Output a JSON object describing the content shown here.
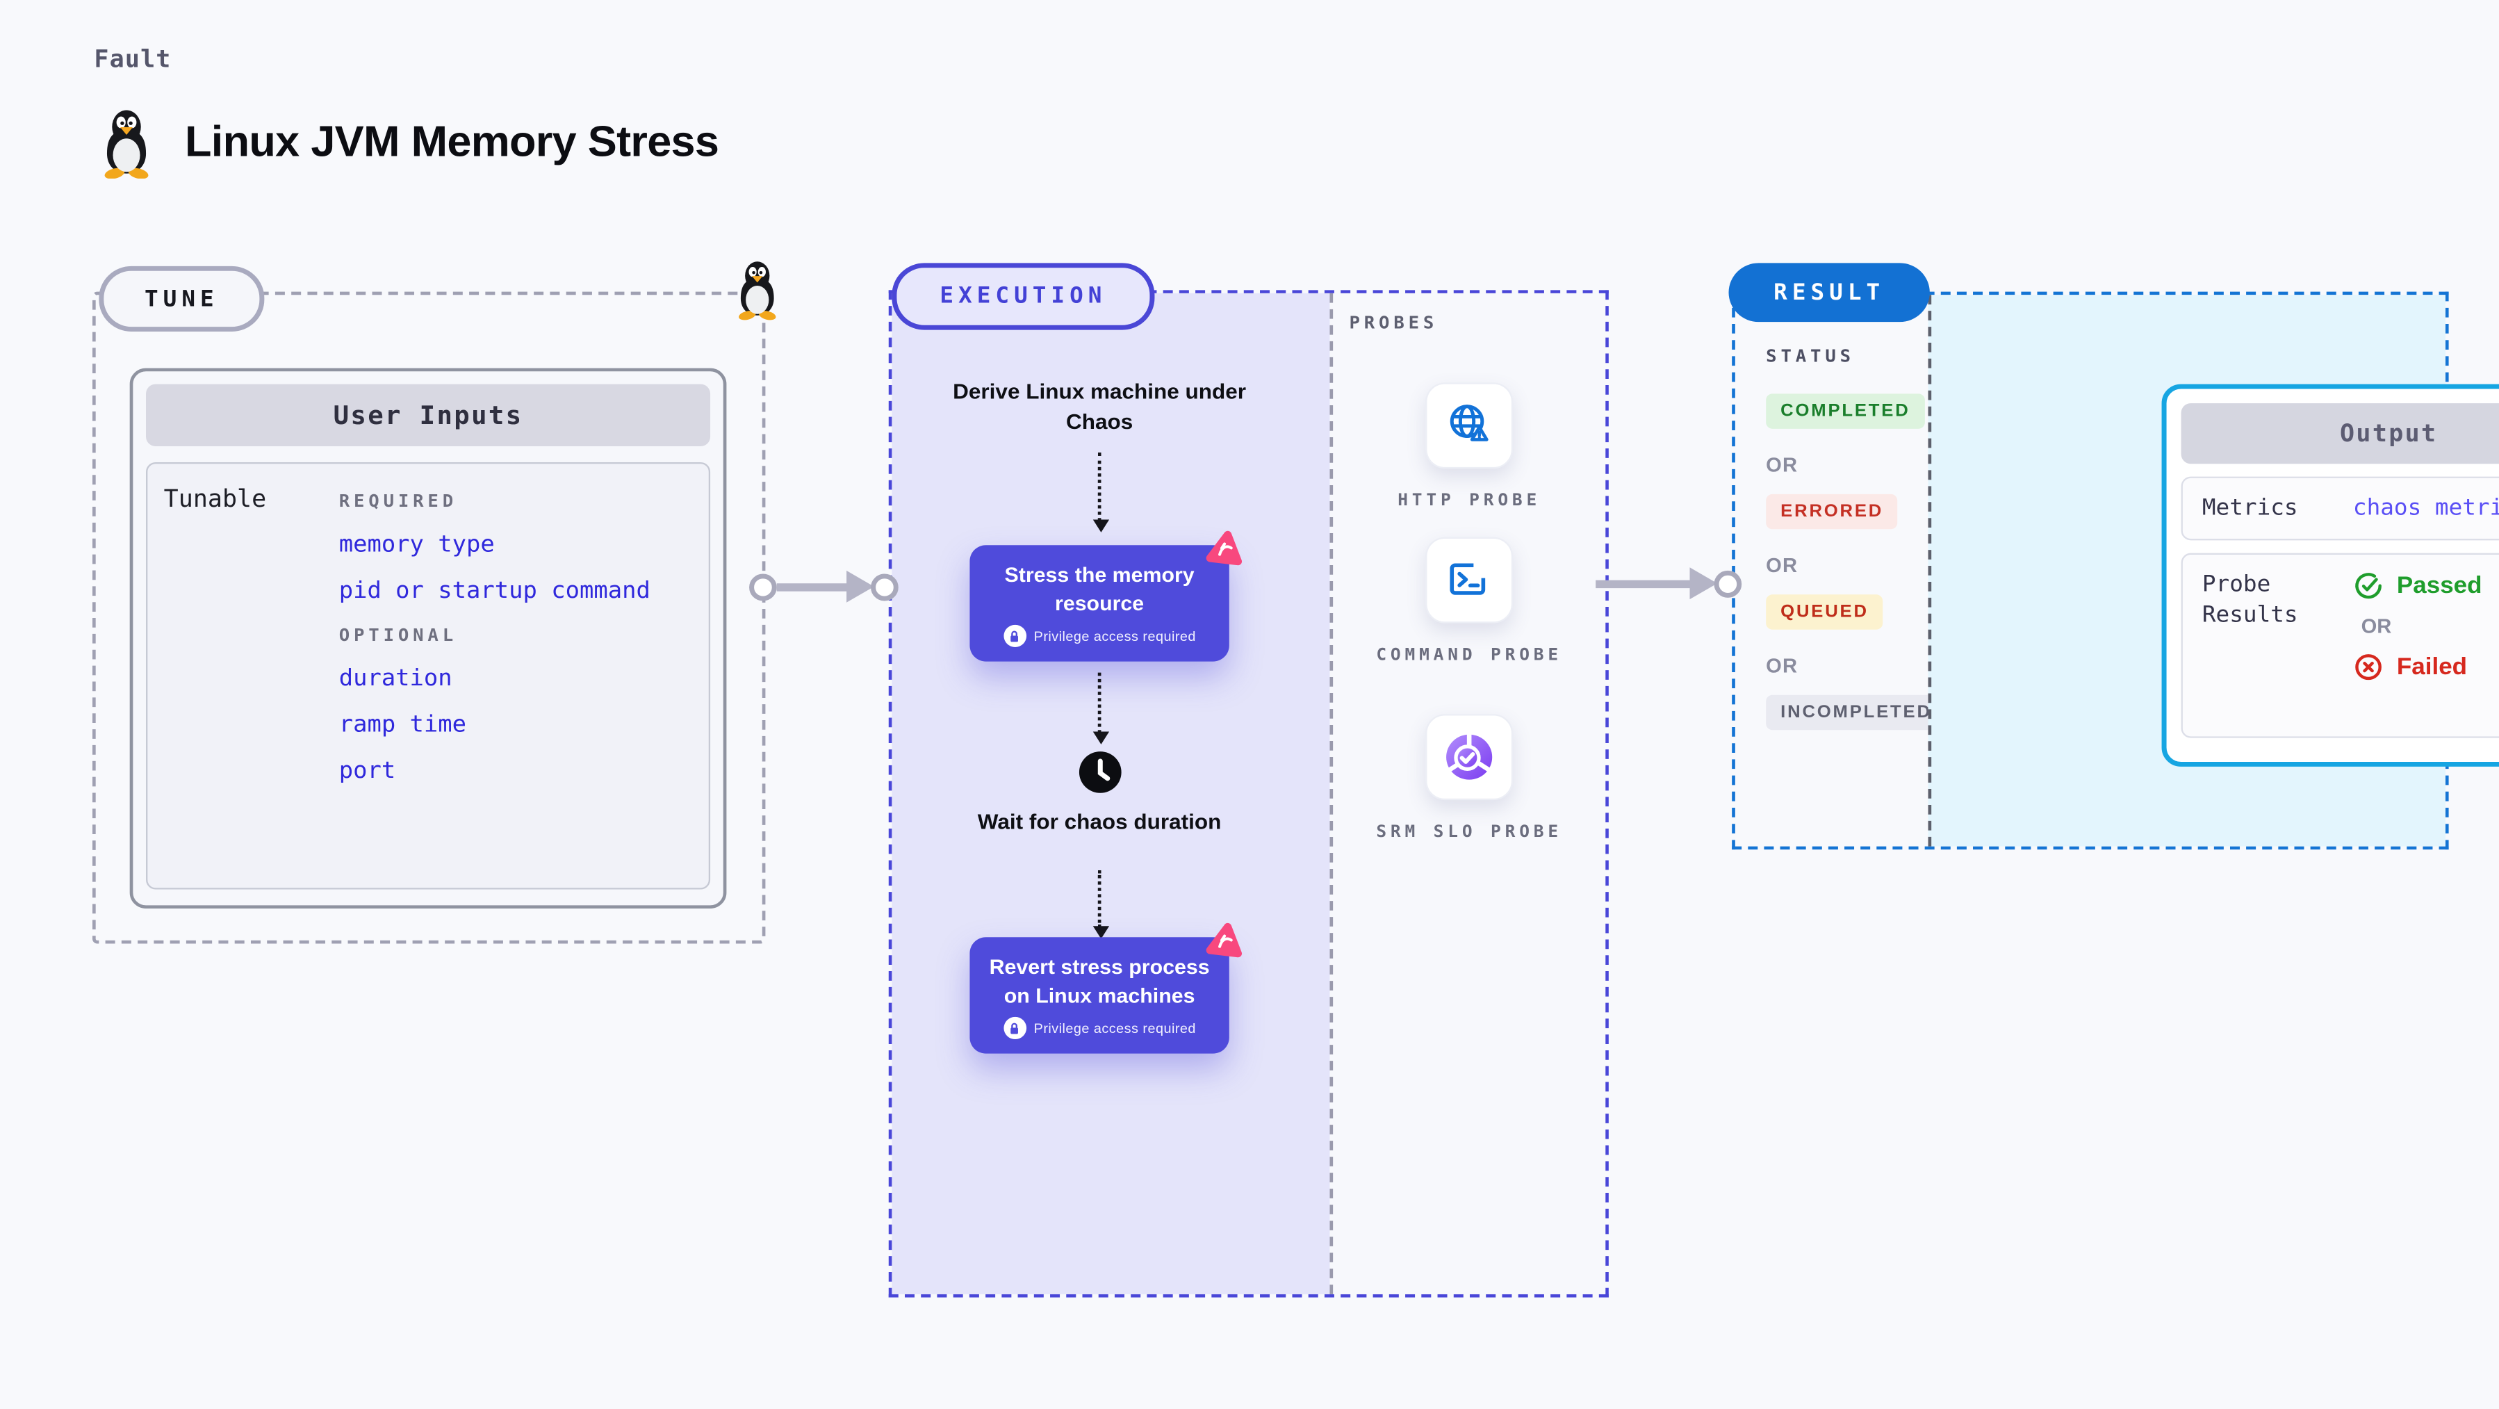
{
  "header": {
    "kicker": "Fault",
    "title": "Linux JVM Memory Stress"
  },
  "tune": {
    "label": "TUNE",
    "user_inputs": {
      "header": "User Inputs",
      "row_label": "Tunable",
      "groups": [
        {
          "label": "REQUIRED",
          "items": [
            "memory type",
            "pid or startup command"
          ]
        },
        {
          "label": "OPTIONAL",
          "items": [
            "duration",
            "ramp time",
            "port"
          ]
        }
      ]
    }
  },
  "execution": {
    "label": "EXECUTION",
    "derive_step": "Derive Linux machine under Chaos",
    "stress_step": "Stress the memory resource",
    "wait_step": "Wait for chaos duration",
    "revert_step": "Revert stress process on Linux machines",
    "privilege_note": "Privilege access required"
  },
  "probes": {
    "label": "PROBES",
    "items": [
      {
        "name": "HTTP PROBE",
        "icon": "globe-warning-icon"
      },
      {
        "name": "COMMAND PROBE",
        "icon": "terminal-icon"
      },
      {
        "name": "SRM SLO PROBE",
        "icon": "slo-donut-icon"
      }
    ]
  },
  "result": {
    "label": "RESULT",
    "status_label": "STATUS",
    "or_label": "OR",
    "statuses": [
      {
        "text": "COMPLETED",
        "css": "background:#ddf3de;color:#1a7e2b"
      },
      {
        "text": "ERRORED",
        "css": "background:#fbe9e7;color:#c43024"
      },
      {
        "text": "QUEUED",
        "css": "background:#fcf2cf;color:#bf2d1a"
      },
      {
        "text": "INCOMPLETED",
        "css": "background:#e9eaf1;color:#5e6070"
      }
    ]
  },
  "output": {
    "header": "Output",
    "metrics_label": "Metrics",
    "metrics_value": "chaos metrics",
    "probe_results_label": "Probe Results",
    "passed_label": "Passed",
    "or_label": "OR",
    "failed_label": "Failed"
  },
  "colors": {
    "page_bg": "#f8f9fc",
    "execution_fill": "#e4e4fa",
    "execution_border": "#4946d8",
    "tune_border": "#9fa0b2",
    "result_border": "#1474d4",
    "result_fill": "#e3f5fd",
    "card_purple": "#4f4bdb",
    "accent_pink": "#f8487e",
    "probe_blue": "#1272d8",
    "output_border": "#16a5e2",
    "input_link_blue": "#2f28dc",
    "arrow_gray": "#b4b4c6"
  }
}
